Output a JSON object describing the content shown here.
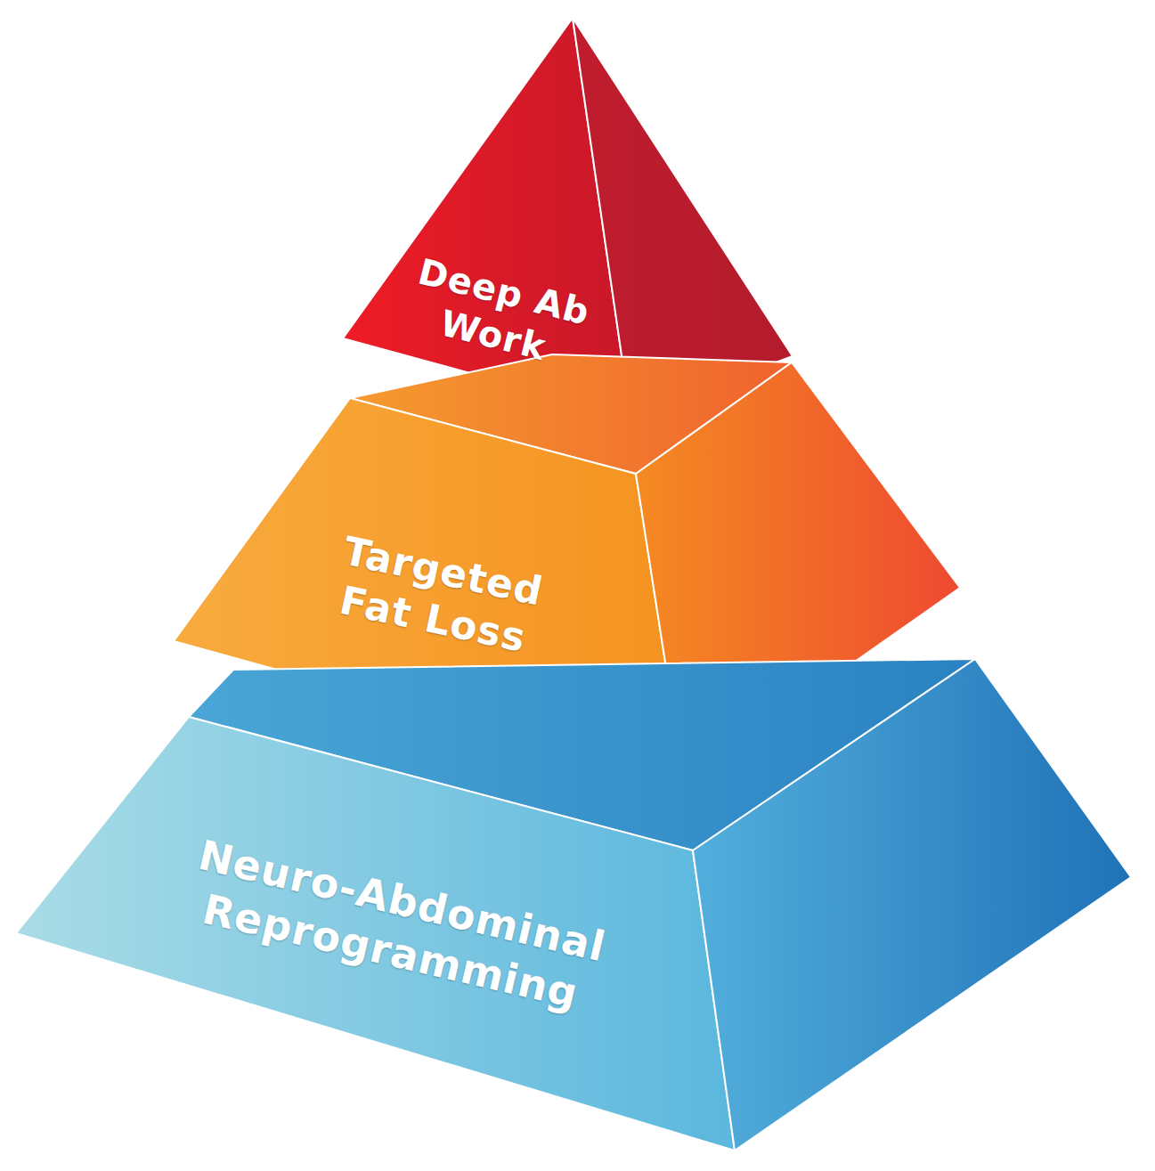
{
  "diagram": {
    "nodes": [
      {
        "text": [
          "Deep Ab Work"
        ]
      },
      {
        "text": [
          "Targeted Fat Loss"
        ]
      },
      {
        "text": [
          "Neuro-Abdominal Reprogramming"
        ]
      }
    ]
  }
}
